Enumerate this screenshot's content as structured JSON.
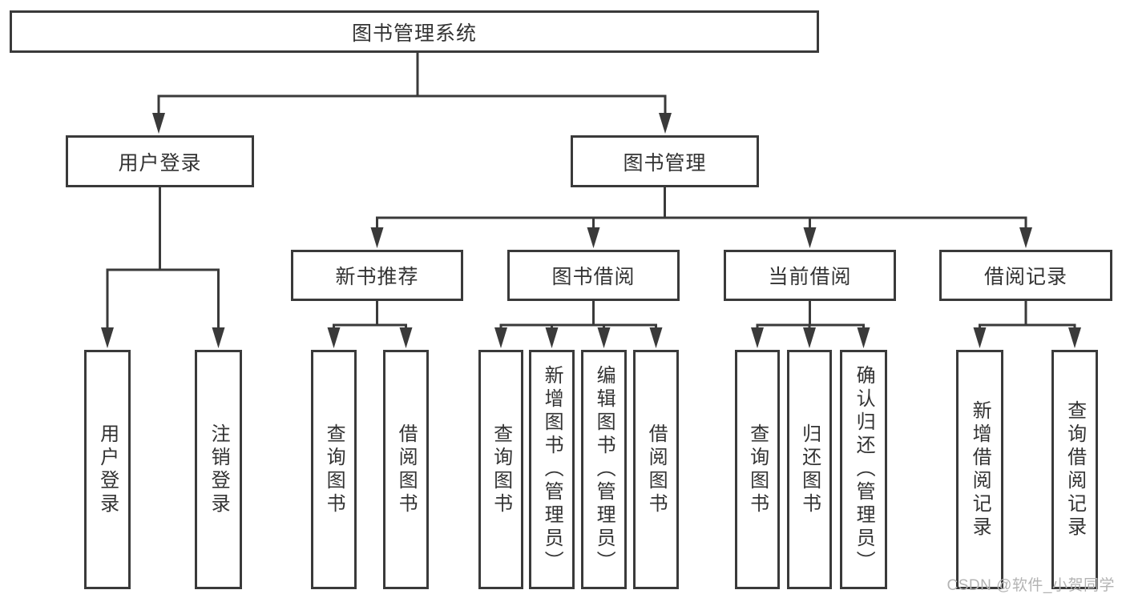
{
  "nodes": {
    "root": "图书管理系统",
    "user_login": "用户登录",
    "book_mgmt": "图书管理",
    "new_book_rec": "新书推荐",
    "book_borrow": "图书借阅",
    "current_borrow": "当前借阅",
    "borrow_records": "借阅记录",
    "ul_user_login": "用户登录",
    "ul_logout": "注销登录",
    "nb_query_book": "查询图书",
    "nb_borrow_book": "借阅图书",
    "bb_query_book": "查询图书",
    "bb_add_book": "新增图书（管理员）",
    "bb_edit_book": "编辑图书（管理员）",
    "bb_borrow_book": "借阅图书",
    "cb_query_book": "查询图书",
    "cb_return_book": "归还图书",
    "cb_confirm_return": "确认归还（管理员）",
    "br_add_record": "新增借阅记录",
    "br_query_record": "查询借阅记录"
  },
  "watermark": "CSDN @软件_小贺同学",
  "colors": {
    "line": "#3a3a3a",
    "text": "#333333",
    "watermark": "#b3b3b3",
    "background": "#ffffff"
  }
}
